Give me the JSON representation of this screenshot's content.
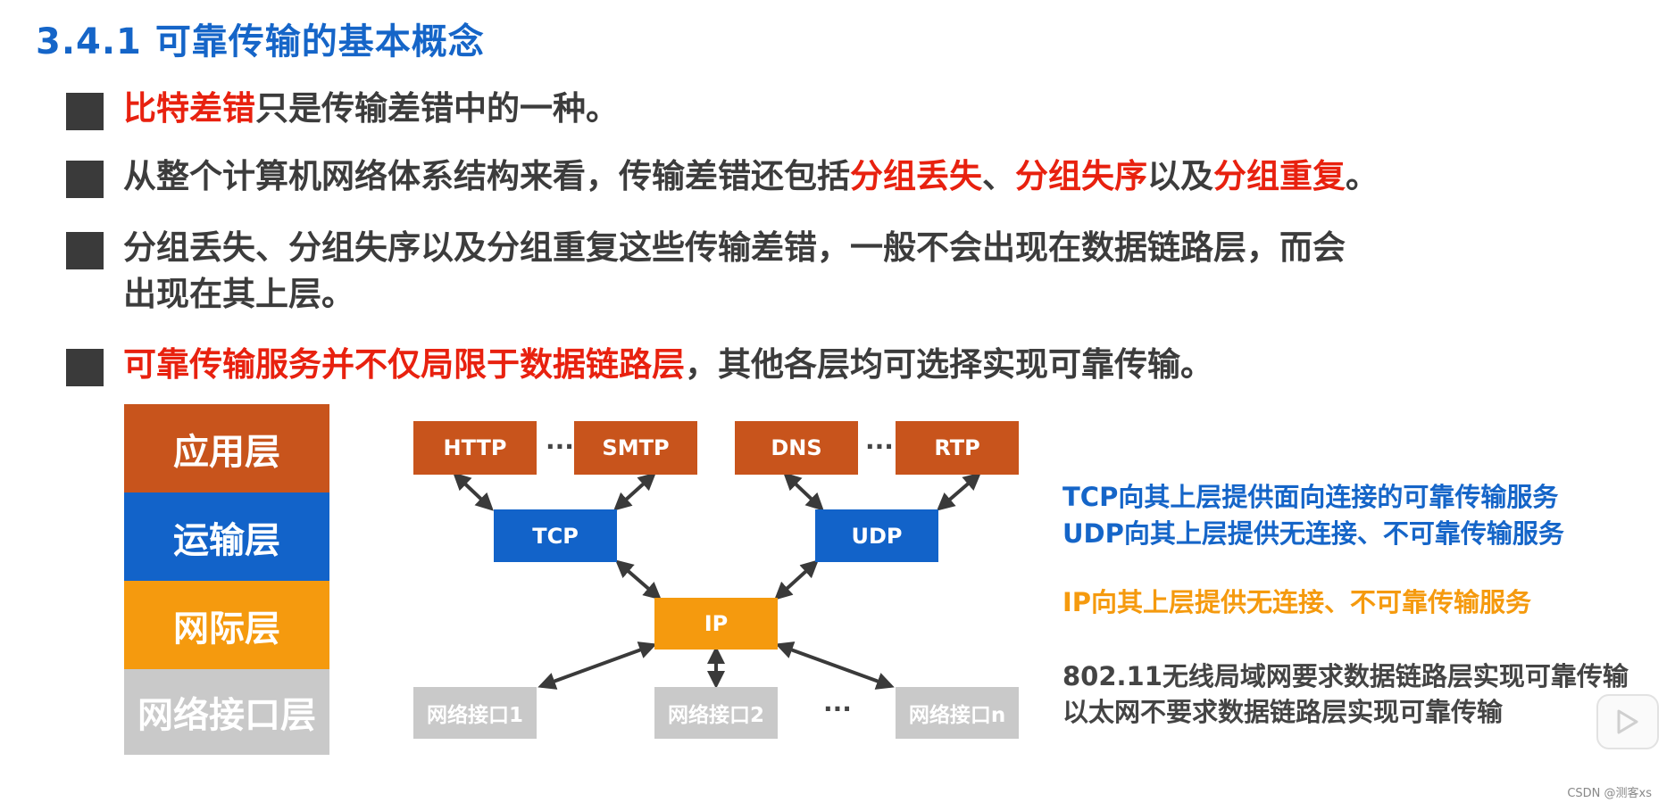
{
  "title": "3.4.1 可靠传输的基本概念",
  "bullets": [
    {
      "parts": [
        {
          "t": "比特差错",
          "red": true
        },
        {
          "t": "只是传输差错中的一种。",
          "red": false
        }
      ]
    },
    {
      "parts": [
        {
          "t": "从整个计算机网络体系结构来看，传输差错还包括",
          "red": false
        },
        {
          "t": "分组丢失",
          "red": true
        },
        {
          "t": "、",
          "red": false
        },
        {
          "t": "分组失序",
          "red": true
        },
        {
          "t": "以及",
          "red": false
        },
        {
          "t": "分组重复",
          "red": true
        },
        {
          "t": "。",
          "red": false
        }
      ]
    },
    {
      "line1": "分组丢失、分组失序以及分组重复这些传输差错，一般不会出现在数据链路层，而会",
      "line2": "出现在其上层。"
    },
    {
      "parts": [
        {
          "t": "可靠传输服务并不仅局限于数据链路层",
          "red": true
        },
        {
          "t": "，其他各层均可选择实现可靠传输。",
          "red": false
        }
      ]
    }
  ],
  "layers": [
    {
      "label": "应用层",
      "color": "#c8541c"
    },
    {
      "label": "运输层",
      "color": "#1263c9"
    },
    {
      "label": "网际层",
      "color": "#f59a0e"
    },
    {
      "label": "网络接口层",
      "color": "#c9c9c9"
    }
  ],
  "diagram": {
    "app_protocols": [
      "HTTP",
      "SMTP",
      "DNS",
      "RTP"
    ],
    "transport_protocols": [
      "TCP",
      "UDP"
    ],
    "network_protocol": "IP",
    "interfaces": [
      "网络接口1",
      "网络接口2",
      "网络接口n"
    ],
    "ellipsis": "···"
  },
  "notes": {
    "tcp": "TCP向其上层提供面向连接的可靠传输服务",
    "udp": "UDP向其上层提供无连接、不可靠传输服务",
    "ip": "IP向其上层提供无连接、不可靠传输服务",
    "wifi": "802.11无线局域网要求数据链路层实现可靠传输",
    "ethernet": "以太网不要求数据链路层实现可靠传输"
  },
  "watermark": "CSDN @测客xs"
}
